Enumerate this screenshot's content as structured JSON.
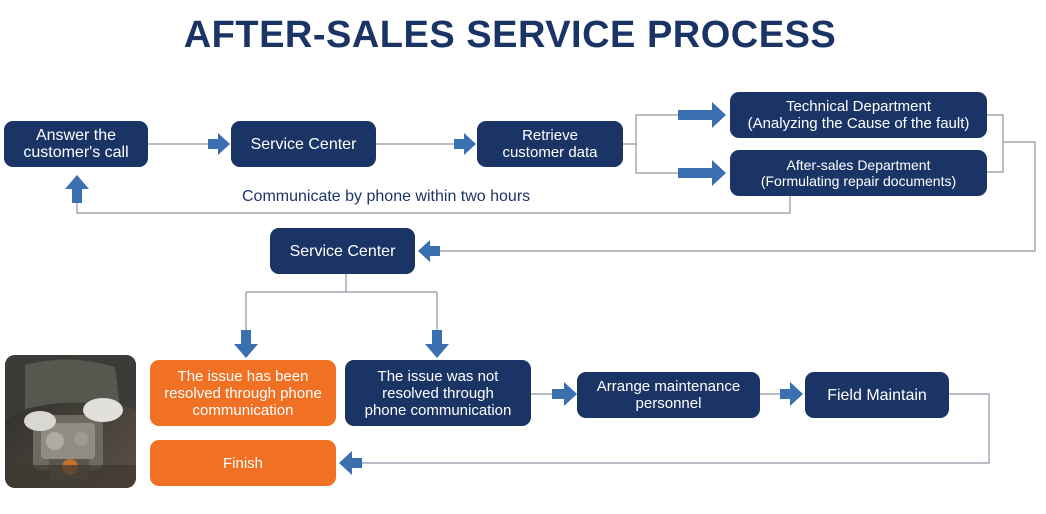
{
  "title": "AFTER-SALES SERVICE PROCESS",
  "colors": {
    "navy": "#1b3466",
    "orange": "#f07024",
    "arrow": "#3a6fb0",
    "line": "#8e96a3"
  },
  "nodes": {
    "answer_call": "Answer the\ncustomer's call",
    "service_center_1": "Service Center",
    "retrieve_data": "Retrieve\ncustomer data",
    "technical_dept": "Technical Department\n(Analyzing the Cause of the fault)",
    "after_sales_dept": "After-sales Department\n(Formulating repair documents)",
    "service_center_2": "Service Center",
    "resolved": "The issue has been\nresolved through phone\ncommunication",
    "not_resolved": "The issue was not\nresolved through\nphone communication",
    "arrange_maintenance": "Arrange maintenance\npersonnel",
    "field_maintain": "Field Maintain",
    "finish": "Finish"
  },
  "note": "Communicate by phone within two hours",
  "photo": {
    "subject": "technician repairing machinery"
  }
}
